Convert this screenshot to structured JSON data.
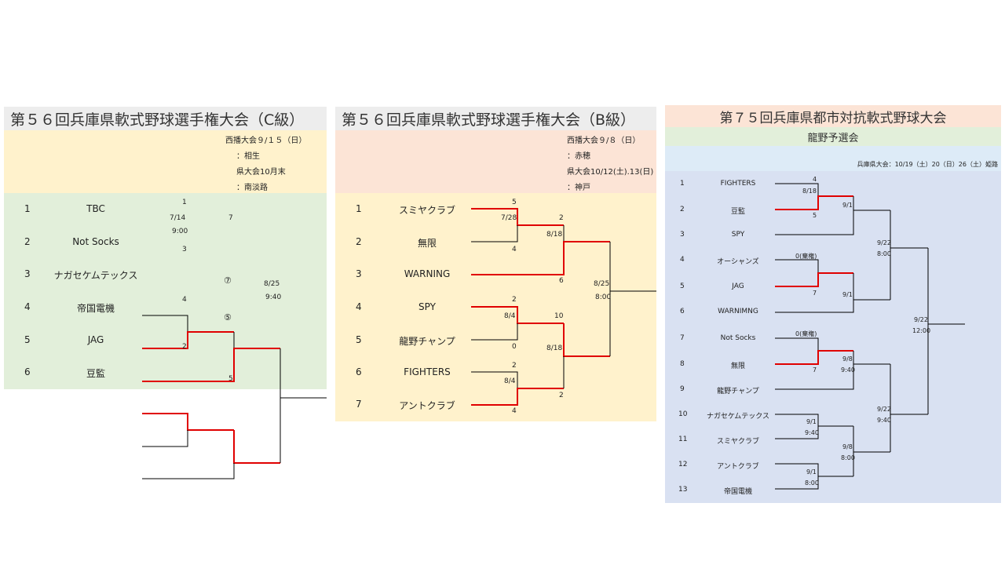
{
  "c": {
    "title": "第５６回兵庫県軟式野球選手権大会（C級）",
    "info": [
      "西播大会９/１５（日）",
      "：相生",
      "県大会10月末",
      "：南淡路"
    ],
    "seeds": [
      "1",
      "2",
      "3",
      "4",
      "5",
      "6"
    ],
    "teams": [
      "TBC",
      "Not Socks",
      "ナガセケムテックス",
      "帝国電機",
      "JAG",
      "豆監"
    ],
    "scores": {
      "s1": "1",
      "s2": "3",
      "s3": "7",
      "s4": "⑦",
      "s5": "4",
      "s6": "2",
      "s7": "⑤",
      "s8": "5"
    },
    "dates": {
      "d1": "7/14",
      "t1": "9:00",
      "d2": "8/25",
      "t2": "9:40"
    }
  },
  "b": {
    "title": "第５６回兵庫県軟式野球選手権大会（B級）",
    "info": [
      "西播大会９/８（日）",
      "：赤穂",
      "県大会10/12(土).13(日)",
      "：神戸"
    ],
    "seeds": [
      "1",
      "2",
      "3",
      "4",
      "5",
      "6",
      "7"
    ],
    "teams": [
      "スミヤクラブ",
      "無限",
      "WARNING",
      "SPY",
      "龍野チャンプ",
      "FIGHTERS",
      "アントクラブ"
    ],
    "scores": {
      "s1": "5",
      "s2": "4",
      "s3": "2",
      "s4": "6",
      "s5": "2",
      "s6": "0",
      "s7": "10",
      "s8": "2",
      "s9": "4",
      "s10": "2"
    },
    "dates": {
      "d1": "7/28",
      "d2": "8/18",
      "d3": "8/4",
      "d4": "8/18",
      "d5": "8/4",
      "d6": "8/25",
      "t6": "8:00"
    }
  },
  "t": {
    "title": "第７５回兵庫県都市対抗軟式野球大会",
    "subtitle": "龍野予選会",
    "info": "兵庫県大会：10/19（土）20（日）26（土）姫路",
    "seeds": [
      "1",
      "2",
      "3",
      "4",
      "5",
      "6",
      "7",
      "8",
      "9",
      "10",
      "11",
      "12",
      "13"
    ],
    "teams": [
      "FIGHTERS",
      "豆監",
      "SPY",
      "オーシャンズ",
      "JAG",
      "WARNIMNG",
      "Not Socks",
      "無限",
      "龍野チャンプ",
      "ナガセケムテックス",
      "スミヤクラブ",
      "アントクラブ",
      "帝国電機"
    ],
    "scores": {
      "s1": "4",
      "s2": "5",
      "s3": "0(棄権)",
      "s4": "7",
      "s5": "0(棄権)",
      "s6": "7"
    },
    "dates": {
      "a1": "8/18",
      "a2": "9/1",
      "a3": "9/1",
      "a4": "9/22",
      "a5": "8:00",
      "a6": "9/8",
      "a7": "9:40",
      "a8": "9/1",
      "a9": "9:40",
      "a10": "9/8",
      "a11": "8:00",
      "a12": "9/1",
      "a13": "8:00",
      "a14": "9/22",
      "a15": "9:40",
      "a16": "9/22",
      "a17": "12:00"
    }
  },
  "colors": {
    "red": "#e00000",
    "black": "#000000",
    "green": "#e2efda",
    "yellow": "#fff2cc",
    "peach": "#fce4d6",
    "grey": "#ededed",
    "lightblue": "#ddebf7",
    "lavender": "#d9e1f2"
  }
}
